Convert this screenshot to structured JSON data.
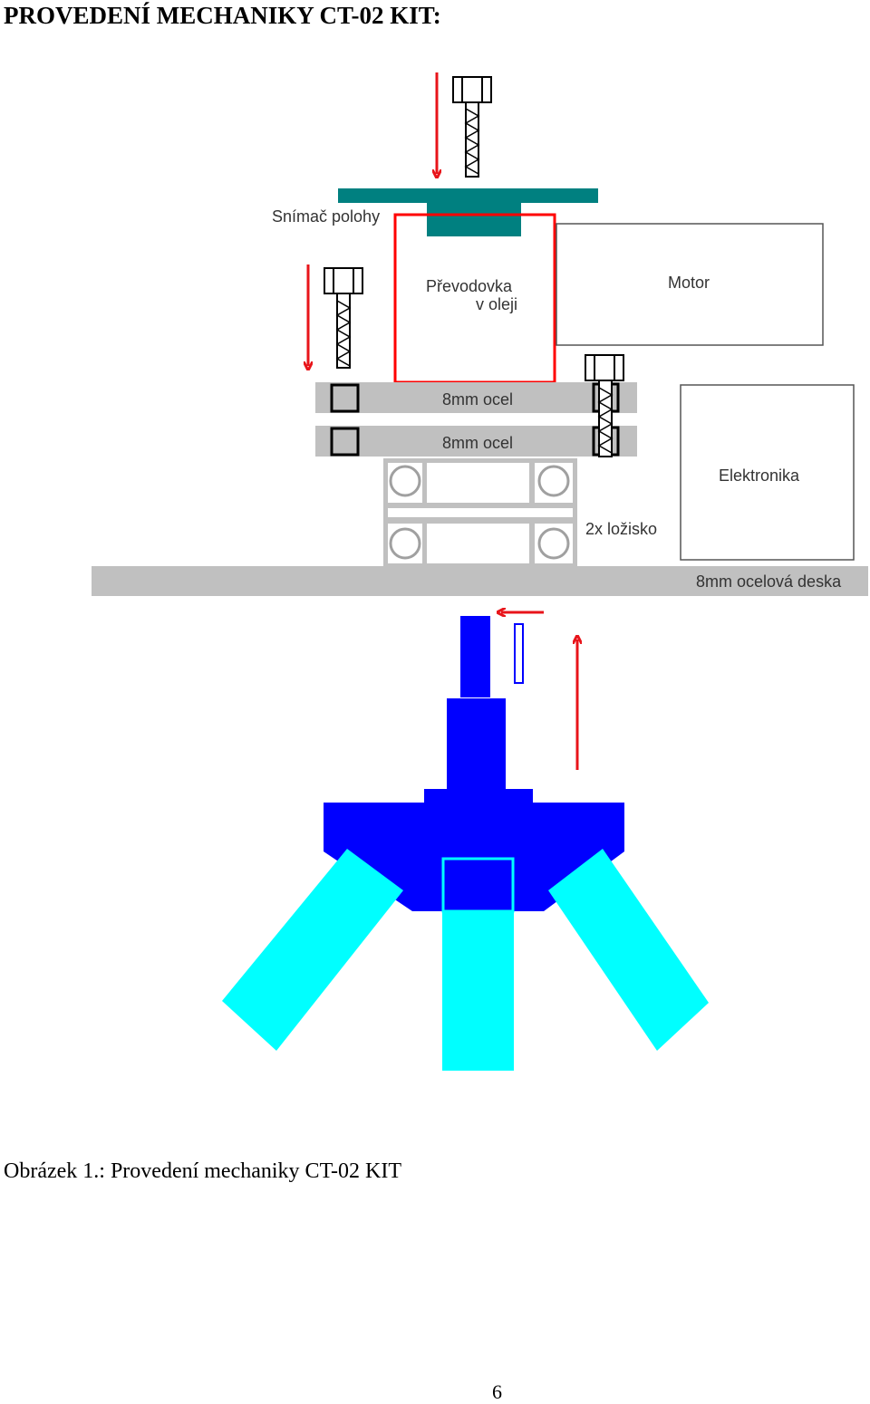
{
  "page": {
    "title": "PROVEDENÍ MECHANIKY CT-02 KIT:",
    "caption": "Obrázek 1.: Provedení mechaniky CT-02 KIT",
    "page_number": "6"
  },
  "diagram": {
    "labels": {
      "sensor": "Snímač polohy",
      "gearbox_line1": "Převodovka",
      "gearbox_line2": "v oleji",
      "motor": "Motor",
      "plate_upper": "8mm ocel",
      "plate_lower": "8mm ocel",
      "electronics": "Elektronika",
      "bearings": "2x ložisko",
      "base_plate": "8mm ocelová deska"
    },
    "colors": {
      "sensor_teal": "#008080",
      "gearbox_red": "#ff0000",
      "arrow_red": "#e8141a",
      "steel_gray": "#c0c0c0",
      "rotor_blue": "#0000ff",
      "blade_cyan": "#00ffff",
      "outline_gray": "#808080"
    }
  }
}
